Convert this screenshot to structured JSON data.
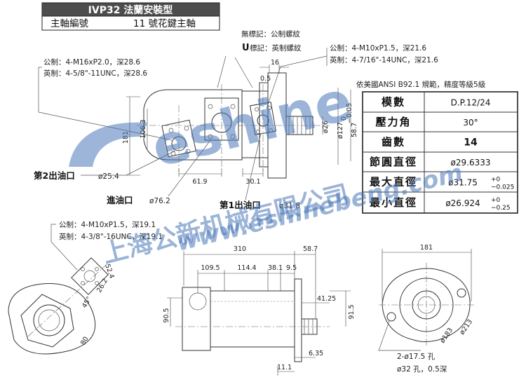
{
  "title": {
    "line1": "IVP32 法蘭安裝型",
    "line2_label": "主軸編號",
    "line2_value": "11 號花鍵主軸"
  },
  "legend": {
    "none": "無標記：公制螺紋",
    "u_mark": "U",
    "u_text": "標記：英制螺紋"
  },
  "ports": {
    "p2_metric": "公制：4-M16xP2.0，深28.6",
    "p2_imperial": "英制：4-5/8\"-11UNC，深28.6",
    "p1_metric": "公制：4-M10xP1.5，深21.6",
    "p1_imperial": "英制：4-7/16\"-14UNC，深21.6",
    "inlet_metric": "公制：4-M10xP1.5，深19.1",
    "inlet_imperial": "英制：4-3/8\"-16UNC，深19.1",
    "out2_label": "第2出油口",
    "out2_dia": "ø25.4",
    "inlet_label": "進油口",
    "inlet_dia": "ø76.2",
    "out1_label": "第1出油口",
    "out1_dia": "ø31.8"
  },
  "spec": {
    "caption": "依美國ANSI B92.1 規範，精度等級5級",
    "rows": [
      {
        "label": "模數",
        "value": "D.P.12/24"
      },
      {
        "label": "壓力角",
        "value": "30°"
      },
      {
        "label": "齒數",
        "value": "14"
      },
      {
        "label": "節圓直徑",
        "value": "ø29.6333"
      },
      {
        "label": "最大直徑",
        "value": "ø31.75",
        "tol_up": "+0",
        "tol_dn": "−0.025"
      },
      {
        "label": "最小直徑",
        "value": "ø26.924",
        "tol_up": "+0",
        "tol_dn": "−0.25"
      }
    ]
  },
  "dims": {
    "d16": "16",
    "d0_5": "0.5",
    "d181_v": "181",
    "d106_3": "106.3",
    "d61_9": "61.9",
    "d30_1": "30.1",
    "d26": "ø26",
    "d127": "ø127",
    "d127_tol_up": "0",
    "d127_tol_dn": "−0.05",
    "d58_7_v": "58.7",
    "d52_4": "52.4",
    "d26_2": "26.2",
    "d45": "45°",
    "d80": "80",
    "d310": "310",
    "d58_7_h": "58.7",
    "d109_5": "109.5",
    "d114_4": "114.4",
    "d38_1": "38.1",
    "d9_5": "9.5",
    "d90_5": "90.5",
    "d41_25": "41.25",
    "d91_5": "91.5",
    "d6_35": "6.35",
    "d11_1": "11.1",
    "d181_h": "181",
    "d213": "ø213",
    "d183": "ø183",
    "holes": "2-ø17.5 孔",
    "counterbore": "ø32 孔，0.5深"
  },
  "watermark": {
    "logo": "eshine",
    "cn": "上海公新机械有限公司",
    "url": "www.eshinebeng.com"
  }
}
